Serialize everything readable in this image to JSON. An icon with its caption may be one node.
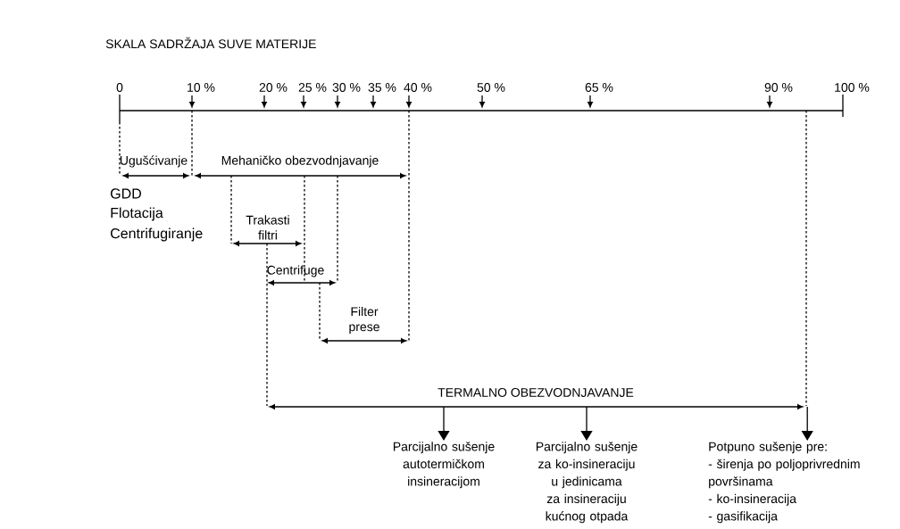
{
  "diagram": {
    "title": "SKALA SADRŽAJA SUVE MATERIJE",
    "nodes": [
      {
        "text": [
          "Parcijalno sušenje autotermičkom insineracijom"
        ]
      },
      {
        "text": [
          "Parcijalno sušenje za ko-insineraciju u jedinicama za insineraciju kućnog otpada"
        ]
      },
      {
        "text": [
          "Potpuno sušenje pre:",
          "- širenja po poljoprivrednim površinama",
          "- ko-insineracija",
          "- gasifikacija"
        ]
      }
    ],
    "edges": [
      {
        "from": null,
        "to": 0,
        "arrow": "to"
      },
      {
        "from": null,
        "to": 1,
        "arrow": "to"
      },
      {
        "from": null,
        "to": 2,
        "arrow": "to"
      }
    ],
    "labels": [
      "0",
      "10 %",
      "20 %",
      "25 %",
      "30 %",
      "35 %",
      "40 %",
      "50 %",
      "65 %",
      "90 %",
      "100 %",
      "Ugušćivanje",
      "Mehaničko obezvodnjavanje",
      "GDD",
      "Flotacija",
      "Centrifugiranje",
      "Trakasti filtri",
      "Centrifuge",
      "Filter prese",
      "TERMALNO OBEZVODNJAVANJE"
    ]
  }
}
